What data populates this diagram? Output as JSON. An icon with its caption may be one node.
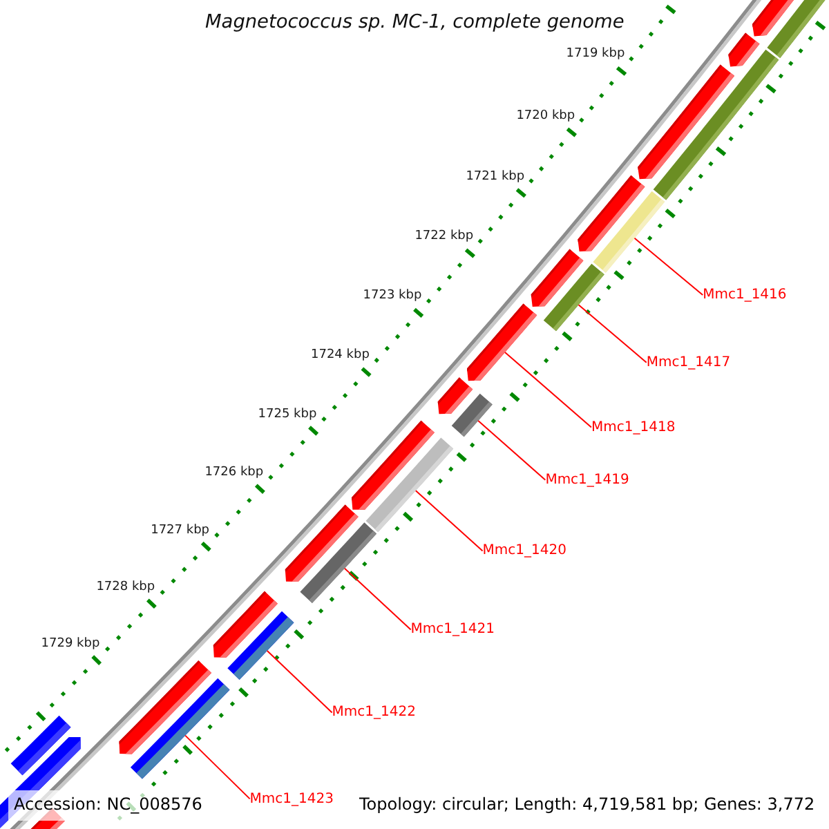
{
  "diagram": {
    "title": "Magnetococcus sp. MC-1, complete genome",
    "nodes": [
      {
        "text": [
          "Mmc1_1416"
        ]
      },
      {
        "text": [
          "Mmc1_1417"
        ]
      },
      {
        "text": [
          "Mmc1_1418"
        ]
      },
      {
        "text": [
          "Mmc1_1419"
        ]
      },
      {
        "text": [
          "Mmc1_1420"
        ]
      },
      {
        "text": [
          "Mmc1_1421"
        ]
      },
      {
        "text": [
          "Mmc1_1422"
        ]
      },
      {
        "text": [
          "Mmc1_1423"
        ]
      },
      {
        "text": [],
        "shape": "arrow"
      },
      {
        "text": [],
        "shape": "bar"
      },
      {
        "text": [],
        "shape": "arrow"
      },
      {
        "text": [],
        "shape": "bar"
      },
      {
        "text": [],
        "shape": "arrow"
      },
      {
        "text": [],
        "shape": "arrow"
      },
      {
        "text": [],
        "shape": "bar"
      },
      {
        "text": [],
        "shape": "arrow"
      },
      {
        "text": [],
        "shape": "bar"
      },
      {
        "text": [],
        "shape": "arrow"
      },
      {
        "text": [],
        "shape": "arrow"
      },
      {
        "text": [],
        "shape": "bar"
      },
      {
        "text": [],
        "shape": "arrow"
      },
      {
        "text": [],
        "shape": "bar"
      },
      {
        "text": [],
        "shape": "arrow"
      },
      {
        "text": [],
        "shape": "bar"
      },
      {
        "text": [],
        "shape": "arrow"
      },
      {
        "text": [],
        "shape": "bar"
      },
      {
        "text": [],
        "shape": "arrow"
      },
      {
        "text": [],
        "shape": "bar"
      },
      {
        "text": [],
        "shape": "bar"
      },
      {
        "text": [],
        "shape": "arrow"
      },
      {
        "text": [],
        "shape": "bar"
      }
    ],
    "edges": [
      {
        "from": 0,
        "to": 14,
        "arrow": "none"
      },
      {
        "from": 1,
        "to": 16,
        "arrow": "none"
      },
      {
        "from": 2,
        "to": 17,
        "arrow": "none"
      },
      {
        "from": 3,
        "to": 19,
        "arrow": "none"
      },
      {
        "from": 4,
        "to": 21,
        "arrow": "none"
      },
      {
        "from": 5,
        "to": 23,
        "arrow": "none"
      },
      {
        "from": 6,
        "to": 25,
        "arrow": "none"
      },
      {
        "from": 7,
        "to": 27,
        "arrow": "none"
      }
    ],
    "labels": [
      "1719 kbp",
      "1720 kbp",
      "1721 kbp",
      "1722 kbp",
      "1723 kbp",
      "1724 kbp",
      "1725 kbp",
      "1726 kbp",
      "1727 kbp",
      "1728 kbp",
      "1729 kbp",
      "Accession: NC_008576",
      "Topology: circular; Length: 4,719,581 bp; Genes: 3,772"
    ]
  }
}
